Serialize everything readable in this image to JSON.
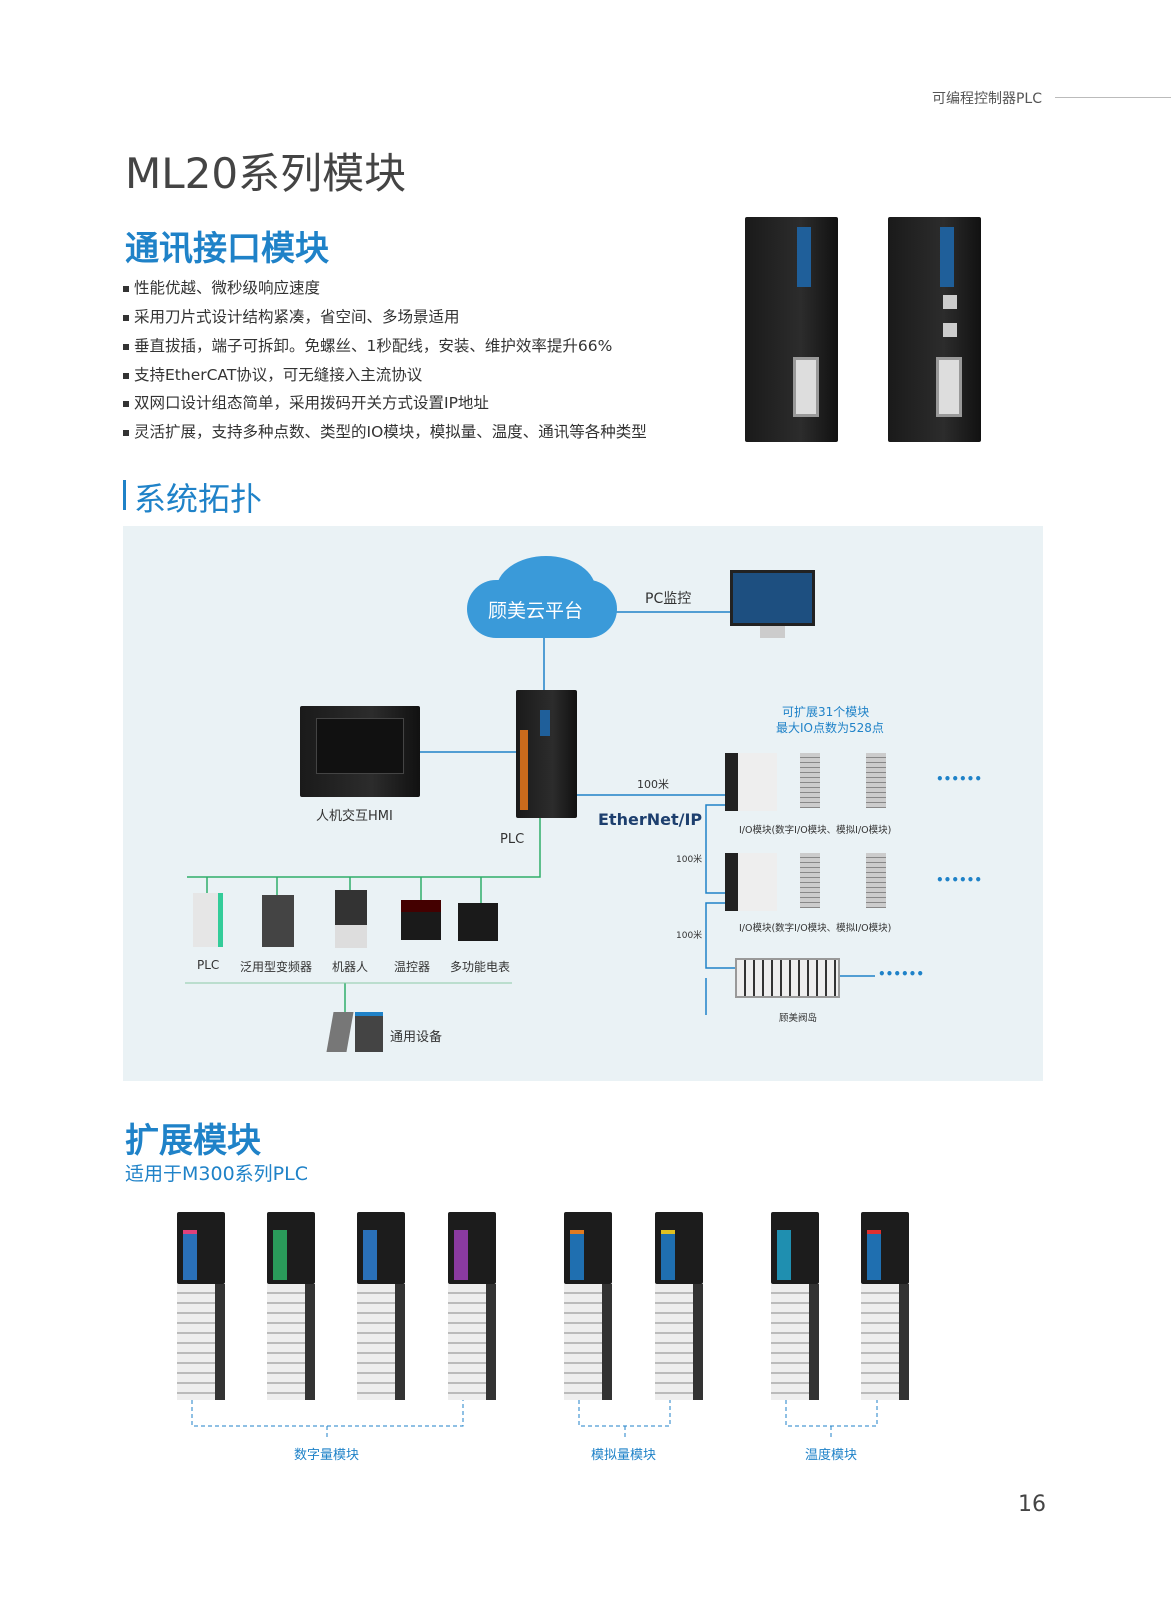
{
  "header": {
    "category": "可编程控制器PLC",
    "page_number": "16"
  },
  "title": "ML20系列模块",
  "comm": {
    "heading": "通讯接口模块",
    "bullets": [
      "性能优越、微秒级响应速度",
      "采用刀片式设计结构紧凑，省空间、多场景适用",
      "垂直拔插，端子可拆卸。免螺丝、1秒配线，安装、维护效率提升66%",
      "支持EtherCAT协议，可无缝接入主流协议",
      "双网口设计组态简单，采用拨码开关方式设置IP地址",
      "灵活扩展，支持多种点数、类型的IO模块，模拟量、温度、通讯等各种类型"
    ]
  },
  "topology": {
    "heading": "系统拓扑",
    "cloud": "顾美云平台",
    "pc": "PC监控",
    "hmi": "人机交互HMI",
    "plc": "PLC",
    "expand1": "可扩展31个模块",
    "expand2": "最大IO点数为528点",
    "dist1": "100米",
    "dist2": "100米",
    "dist3": "100米",
    "protocol": "EtherNet/IP",
    "io1": "I/O模块(数字I/O模块、模拟I/O模块)",
    "io2": "I/O模块(数字I/O模块、模拟I/O模块)",
    "valve": "顾美阀岛",
    "ellipsis": "••••••",
    "devices": [
      "PLC",
      "泛用型变频器",
      "机器人",
      "温控器",
      "多功能电表"
    ],
    "general": "通用设备"
  },
  "expansion": {
    "heading": "扩展模块",
    "subtitle": "适用于M300系列PLC",
    "groups": [
      "数字量模块",
      "模拟量模块",
      "温度模块"
    ]
  },
  "colors": {
    "accent": "#1f82c8",
    "green": "#2fae6a",
    "panel": "#eaf2f5"
  }
}
